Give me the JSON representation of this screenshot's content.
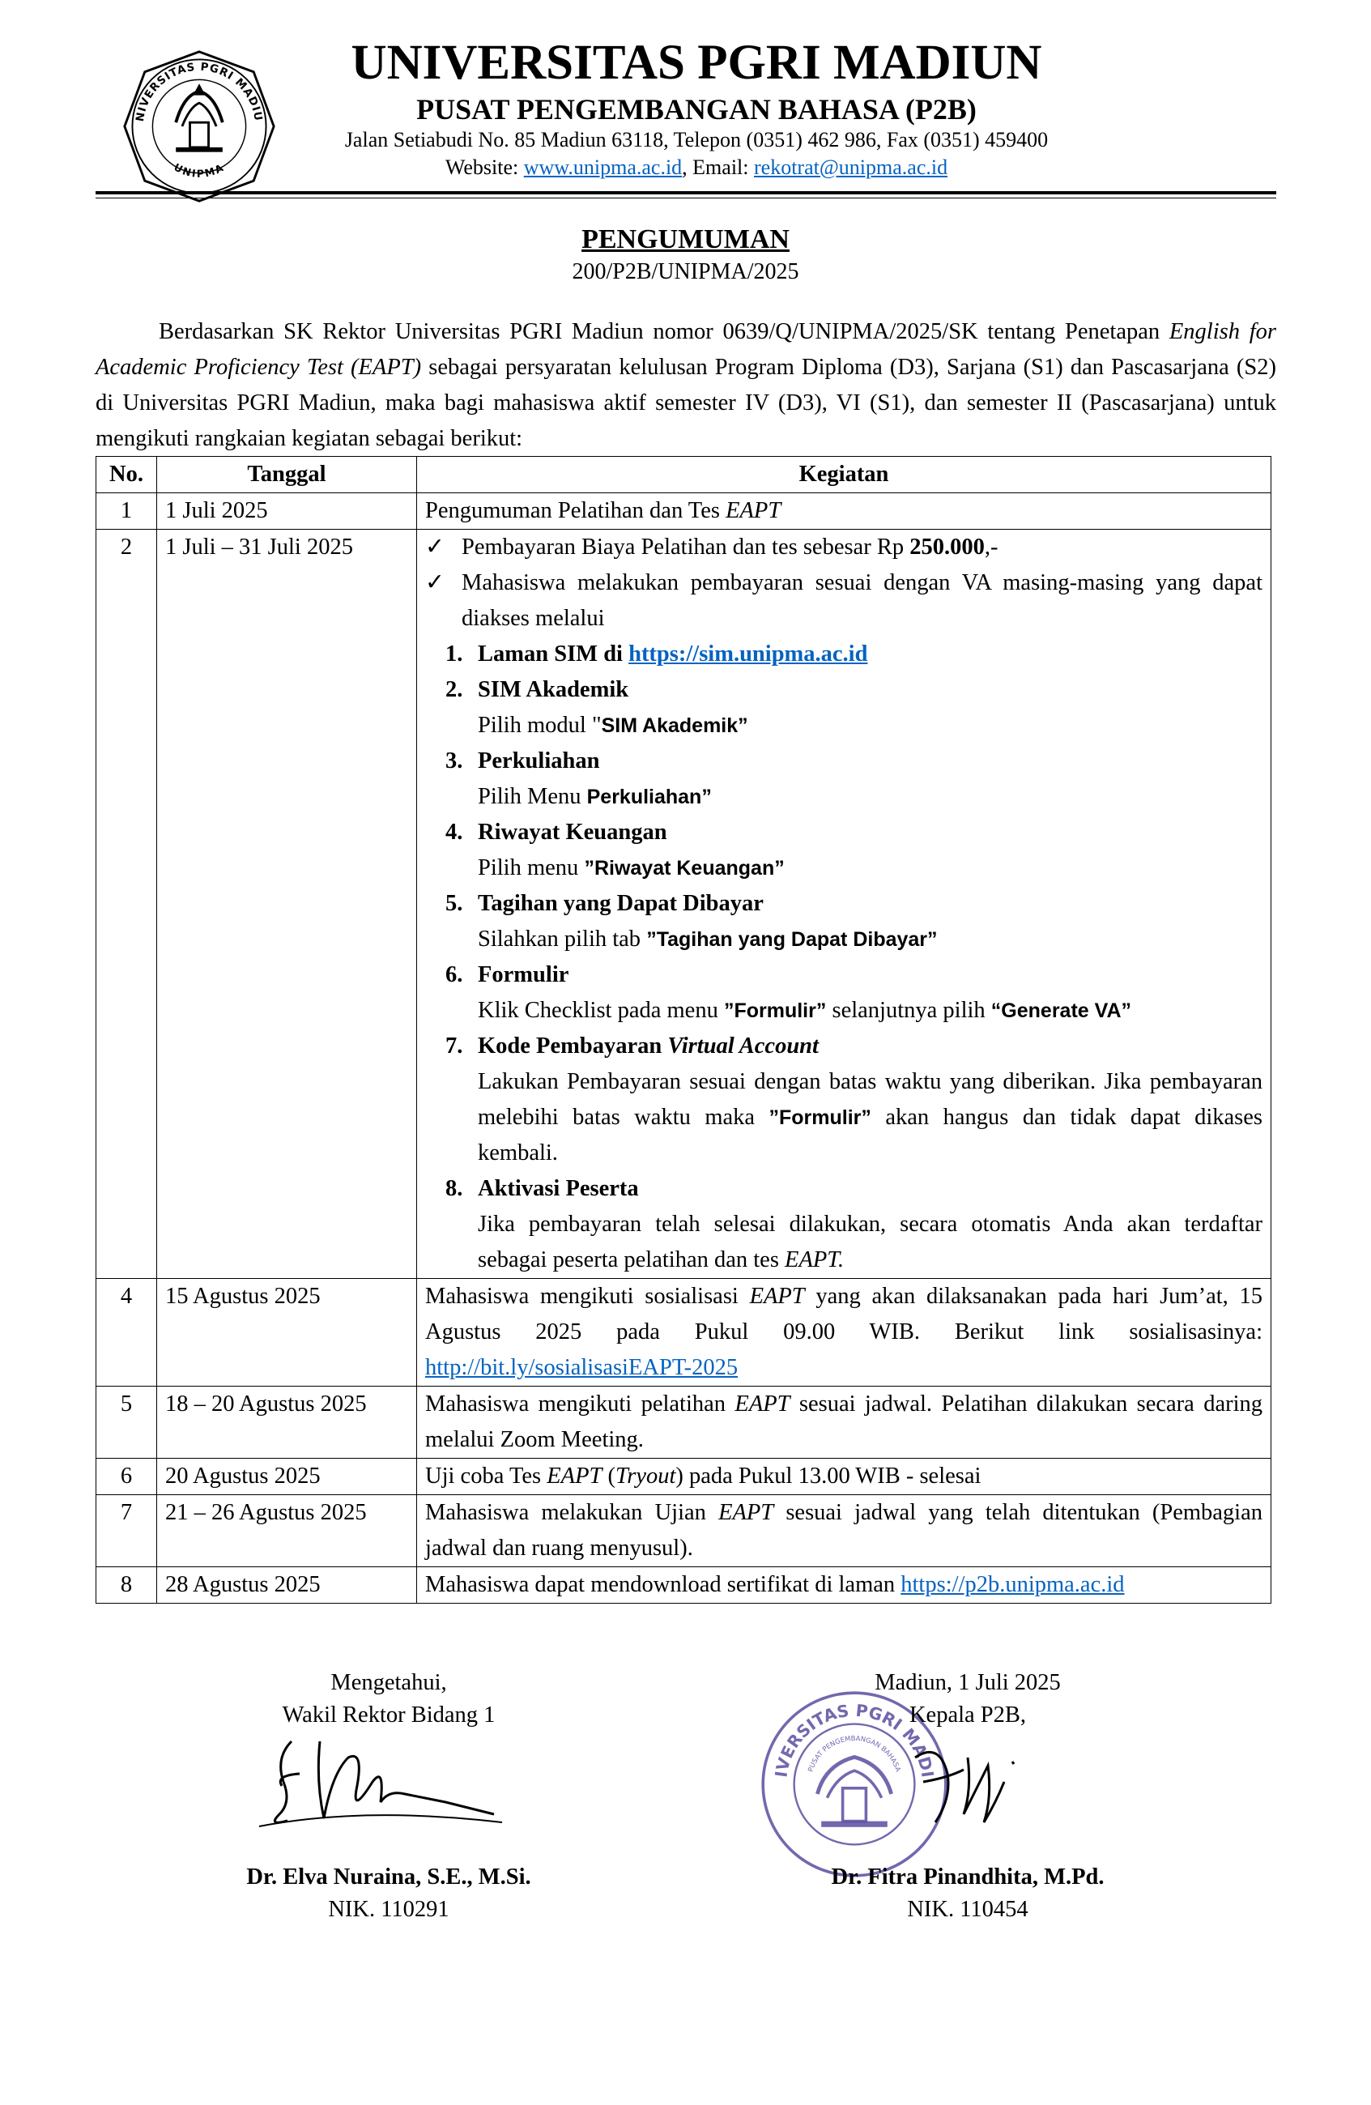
{
  "header": {
    "logo_icon": "unipma-logo-icon",
    "logo_arc_text": "UNIVERSITAS PGRI MADIUN",
    "logo_bottom_text": "UNIPMA",
    "university": "UNIVERSITAS PGRI MADIUN",
    "center": "PUSAT PENGEMBANGAN BAHASA (P2B)",
    "address": "Jalan Setiabudi No. 85 Madiun 63118, Telepon (0351) 462 986, Fax (0351) 459400",
    "website_label": "Website: ",
    "website": "www.unipma.ac.id",
    "email_label": ", Email: ",
    "email": "rekotrat@unipma.ac.id"
  },
  "announcement": {
    "title": "PENGUMUMAN",
    "number": "200/P2B/UNIPMA/2025",
    "intro_1": "Berdasarkan SK Rektor Universitas PGRI Madiun nomor 0639/Q/UNIPMA/2025/SK tentang Penetapan ",
    "intro_italic": "English for Academic Proficiency Test (EAPT)",
    "intro_2": " sebagai persyaratan kelulusan Program Diploma (D3), Sarjana (S1) dan Pascasarjana (S2) di Universitas PGRI Madiun, maka bagi mahasiswa aktif semester IV (D3), VI (S1), dan semester II (Pascasarjana) untuk mengikuti rangkaian kegiatan sebagai berikut:"
  },
  "table": {
    "headers": [
      "No.",
      "Tanggal",
      "Kegiatan"
    ],
    "row1": {
      "no": "1",
      "date": "1 Juli 2025",
      "text": "Pengumuman Pelatihan dan Tes ",
      "italic": "EAPT"
    },
    "row2": {
      "no": "2",
      "date": "1 Juli – 31 Juli  2025",
      "check_glyph": "✓",
      "check1_a": "Pembayaran Biaya Pelatihan dan tes sebesar Rp ",
      "check1_b": "250.000",
      "check1_c": ",-",
      "check2": "Mahasiswa melakukan pembayaran sesuai dengan VA masing-masing yang dapat diakses melalui",
      "s1_num": "1.",
      "s1_title": "Laman SIM di ",
      "s1_link": "https://sim.unipma.ac.id",
      "s2_num": "2.",
      "s2_title": "SIM Akademik",
      "s2_desc": "Pilih modul \"",
      "s2_q": "SIM Akademik”",
      "s3_num": "3.",
      "s3_title": "Perkuliahan",
      "s3_desc": "Pilih Menu ",
      "s3_q": "Perkuliahan”",
      "s4_num": "4.",
      "s4_title": "Riwayat Keuangan",
      "s4_desc": "Pilih menu ",
      "s4_q": "”Riwayat Keuangan”",
      "s5_num": "5.",
      "s5_title": "Tagihan yang Dapat Dibayar",
      "s5_desc": "Silahkan pilih tab ",
      "s5_q": "”Tagihan yang Dapat Dibayar”",
      "s6_num": "6.",
      "s6_title": "Formulir",
      "s6_desc_a": "Klik Checklist pada menu ",
      "s6_q1": "”Formulir”",
      "s6_desc_b": " selanjutnya pilih ",
      "s6_q2": "“Generate VA”",
      "s7_num": "7.",
      "s7_title": "Kode Pembayaran ",
      "s7_title_italic": "Virtual Account",
      "s7_desc_a": "Lakukan Pembayaran sesuai dengan batas waktu yang diberikan. Jika pembayaran melebihi batas waktu maka ",
      "s7_q": "”Formulir”",
      "s7_desc_b": " akan hangus dan tidak dapat dikases kembali.",
      "s8_num": "8.",
      "s8_title": "Aktivasi Peserta",
      "s8_desc": "Jika pembayaran telah selesai dilakukan, secara otomatis Anda akan terdaftar sebagai peserta pelatihan dan tes ",
      "s8_italic": "EAPT."
    },
    "row4": {
      "no": "4",
      "date": "15 Agustus 2025",
      "text_a": "Mahasiswa mengikuti sosialisasi ",
      "italic": "EAPT",
      "text_b": " yang akan dilaksanakan pada hari Jum’at, 15 Agustus 2025 pada Pukul 09.00 WIB. Berikut link sosialisasinya: ",
      "link": "http://bit.ly/sosialisasiEAPT-2025"
    },
    "row5": {
      "no": "5",
      "date": "18 – 20 Agustus 2025",
      "text_a": "Mahasiswa mengikuti pelatihan ",
      "italic": "EAPT",
      "text_b": " sesuai jadwal. Pelatihan dilakukan secara daring melalui Zoom Meeting."
    },
    "row6": {
      "no": "6",
      "date": "20 Agustus 2025",
      "text_a": "Uji coba Tes ",
      "italic1": "EAPT",
      "text_b": " (",
      "italic2": "Tryout",
      "text_c": ") pada Pukul 13.00 WIB - selesai"
    },
    "row7": {
      "no": "7",
      "date": "21 – 26 Agustus 2025",
      "text_a": "Mahasiswa melakukan Ujian ",
      "italic": "EAPT",
      "text_b": " sesuai jadwal yang telah ditentukan (Pembagian jadwal dan ruang menyusul)."
    },
    "row8": {
      "no": "8",
      "date": "28 Agustus 2025",
      "text_a": "Mahasiswa dapat mendownload sertifikat di laman ",
      "link": "https://p2b.unipma.ac.id"
    }
  },
  "signatures": {
    "left": {
      "line1": "Mengetahui,",
      "line2": "Wakil Rektor Bidang 1",
      "name": "Dr. Elva Nuraina, S.E., M.Si.",
      "nik": "NIK. 110291"
    },
    "right": {
      "line1": "Madiun, 1 Juli 2025",
      "line2": "Kepala P2B,",
      "name": "Dr. Fitra Pinandhita, M.Pd.",
      "nik": "NIK. 110454"
    },
    "stamp_arc_text": "UNIVERSITAS PGRI MADIUN",
    "stamp_inner_text": "PUSAT PENGEMBANGAN BAHASA",
    "stamp_color": "#5b4ea0"
  }
}
